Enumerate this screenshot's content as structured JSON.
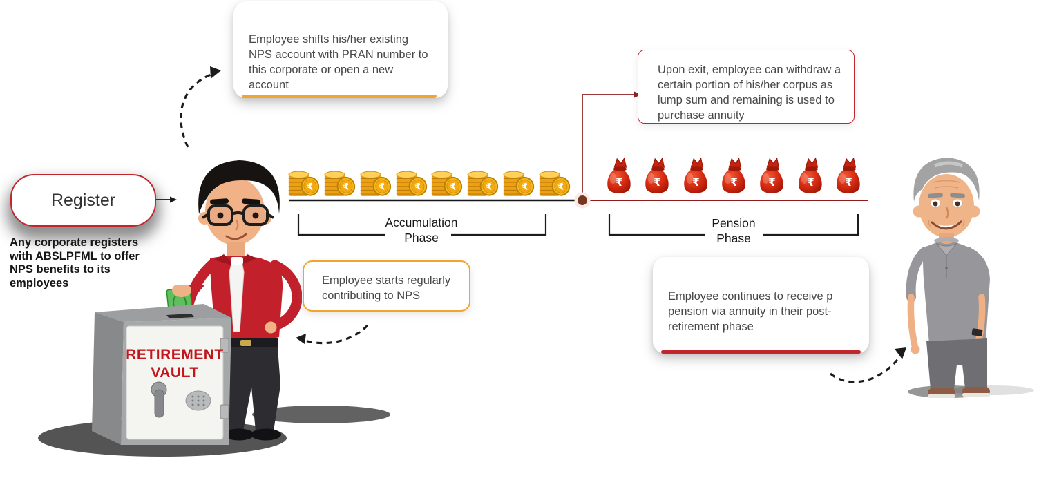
{
  "register": {
    "label": "Register",
    "caption": "Any corporate registers with ABSLPFML to offer NPS benefits to its employees"
  },
  "callouts": {
    "shift_account": "Employee shifts his/her existing NPS account with PRAN number to this corporate or open a new account",
    "upon_exit": "Upon exit, employee can withdraw a certain portion of his/her corpus as lump sum and remaining is used to purchase annuity",
    "contributing": "Employee starts regularly contributing to NPS",
    "receive_pension": "Employee continues to receive p pension via annuity in their post-retirement phase"
  },
  "phases": {
    "accumulation": {
      "line1": "Accumulation",
      "line2": "Phase"
    },
    "pension": {
      "line1": "Pension",
      "line2": "Phase"
    }
  },
  "timeline": {
    "coin_count": 8,
    "bag_count": 7,
    "currency_symbol": "₹"
  },
  "vault": {
    "line1": "RETIREMENT",
    "line2": "VAULT"
  },
  "colors": {
    "orange_accent": "#F2A42C",
    "red_accent": "#C0262C",
    "dark_red_line": "#8E1C1C",
    "coin_gold": "#F0A81C",
    "bag_red": "#D42B14"
  }
}
